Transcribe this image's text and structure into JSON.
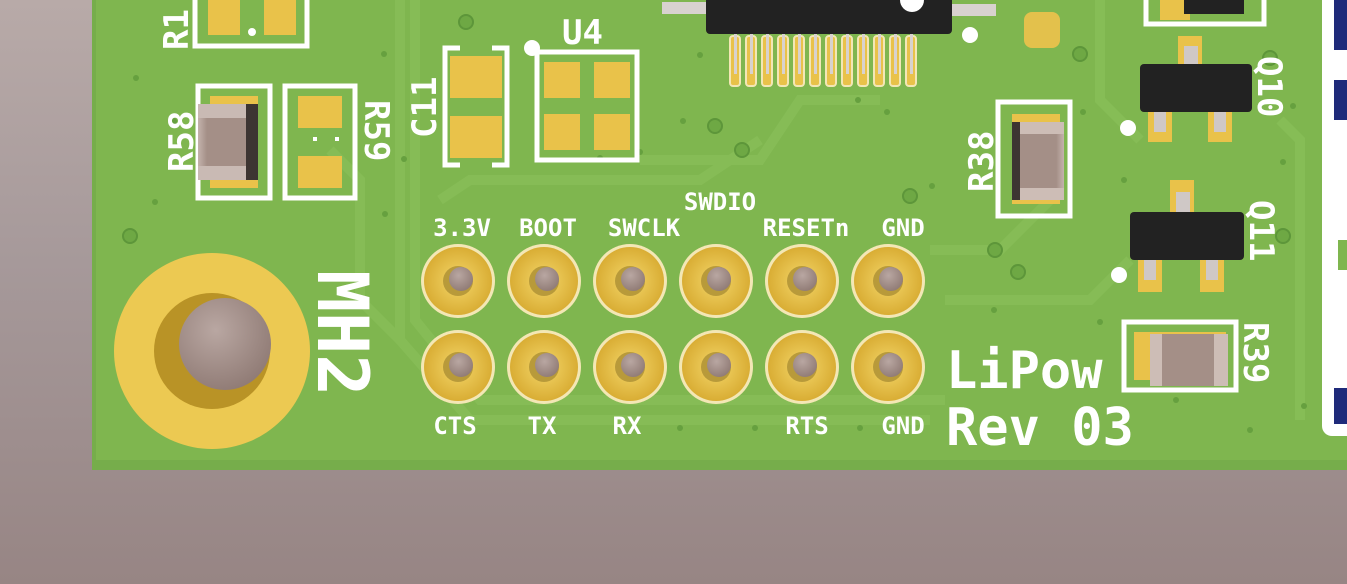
{
  "board": {
    "title": "LiPow",
    "revision": "Rev 03",
    "mounting_hole": "MH2",
    "colors": {
      "soldermask": "#7fb64f",
      "copper": "#e9c24a",
      "silkscreen": "#ffffff",
      "background": "#a6999a",
      "ic_body": "#222222",
      "resistor_body": "#9f8a82"
    }
  },
  "components": {
    "c11": "C11",
    "u4": "U4",
    "r58": "R58",
    "r59": "R59",
    "r38": "R38",
    "r39": "R39",
    "q10": "Q10",
    "q11": "Q11",
    "r1x": "R1"
  },
  "header": {
    "swdio_label": "SWDIO",
    "top_row": [
      "3.3V",
      "BOOT",
      "SWCLK",
      "",
      "RESETn",
      "GND"
    ],
    "bottom_row": [
      "CTS",
      "TX",
      "RX",
      "",
      "RTS",
      "GND"
    ]
  }
}
